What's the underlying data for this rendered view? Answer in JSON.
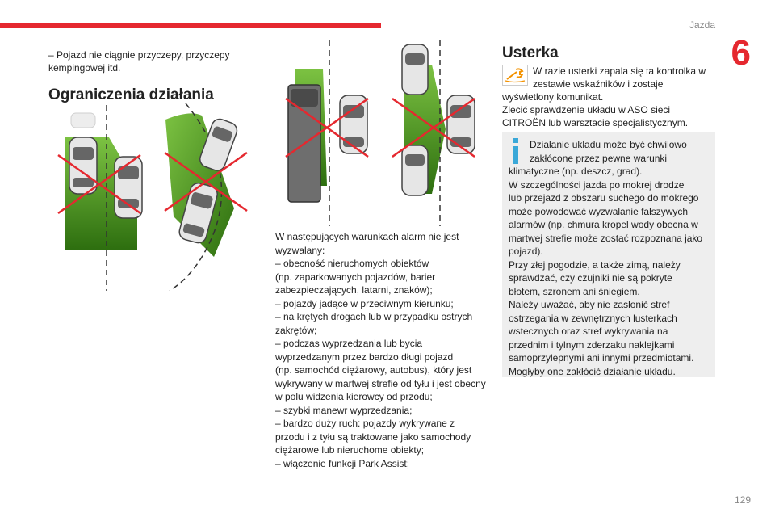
{
  "header": {
    "section": "Jazda",
    "chapter": "6",
    "page": "129"
  },
  "colors": {
    "accent": "#e5282f",
    "zone_green": "#4a9a1e",
    "cross_red": "#e5282f"
  },
  "col1": {
    "intro_line": "– Pojazd nie ciągnie przyczepy, przyczepy kempingowej itd.",
    "heading": "Ograniczenia działania"
  },
  "col2": {
    "lines": [
      "W następujących warunkach alarm nie jest",
      "wyzwalany:",
      "– obecność nieruchomych obiektów",
      "(np. zaparkowanych pojazdów, barier",
      "zabezpieczających, latarni, znaków);",
      "– pojazdy jadące w przeciwnym kierunku;",
      "– na krętych drogach lub w przypadku ostrych",
      "zakrętów;",
      "– podczas wyprzedzania lub bycia",
      "wyprzedzanym przez bardzo długi pojazd",
      "(np. samochód ciężarowy, autobus), który jest",
      "wykrywany w martwej strefie od tyłu i jest obecny",
      "w polu widzenia kierowcy od przodu;",
      "– szybki manewr wyprzedzania;",
      "– bardzo duży ruch: pojazdy wykrywane z",
      "przodu i z tyłu są traktowane jako samochody",
      "ciężarowe lub nieruchome obiekty;",
      "– włączenie funkcji Park Assist;"
    ]
  },
  "col3": {
    "heading": "Usterka",
    "warn_icon": "wrench-warning-icon",
    "warn_text_1": "W razie usterki zapala się ta kontrolka w",
    "warn_text_2": "zestawie wskaźników i zostaje",
    "warn_text_3": "wyświetlony komunikat.",
    "warn_text_4": "Zlecić sprawdzenie układu w ASO sieci",
    "warn_text_5": "CITROËN lub warsztacie specjalistycznym.",
    "note_icon": "info-icon",
    "note_lines": [
      "Działanie układu może być chwilowo",
      "zakłócone przez pewne warunki",
      "klimatyczne (np. deszcz, grad).",
      "W szczególności jazda po mokrej drodze",
      "lub przejazd z obszaru suchego do mokrego",
      "może powodować wyzwalanie fałszywych",
      "alarmów (np. chmura kropel wody obecna w",
      "martwej strefie może zostać rozpoznana jako",
      "pojazd).",
      "Przy złej pogodzie, a także zimą, należy",
      "sprawdzać, czy czujniki nie są pokryte",
      "błotem, szronem ani śniegiem.",
      "Należy uważać, aby nie zasłonić stref",
      "ostrzegania w zewnętrznych lusterkach",
      "wstecznych oraz stref wykrywania na",
      "przednim i tylnym zderzaku naklejkami",
      "samoprzylepnymi ani innymi przedmiotami.",
      "Mogłyby one zakłócić działanie układu."
    ]
  }
}
